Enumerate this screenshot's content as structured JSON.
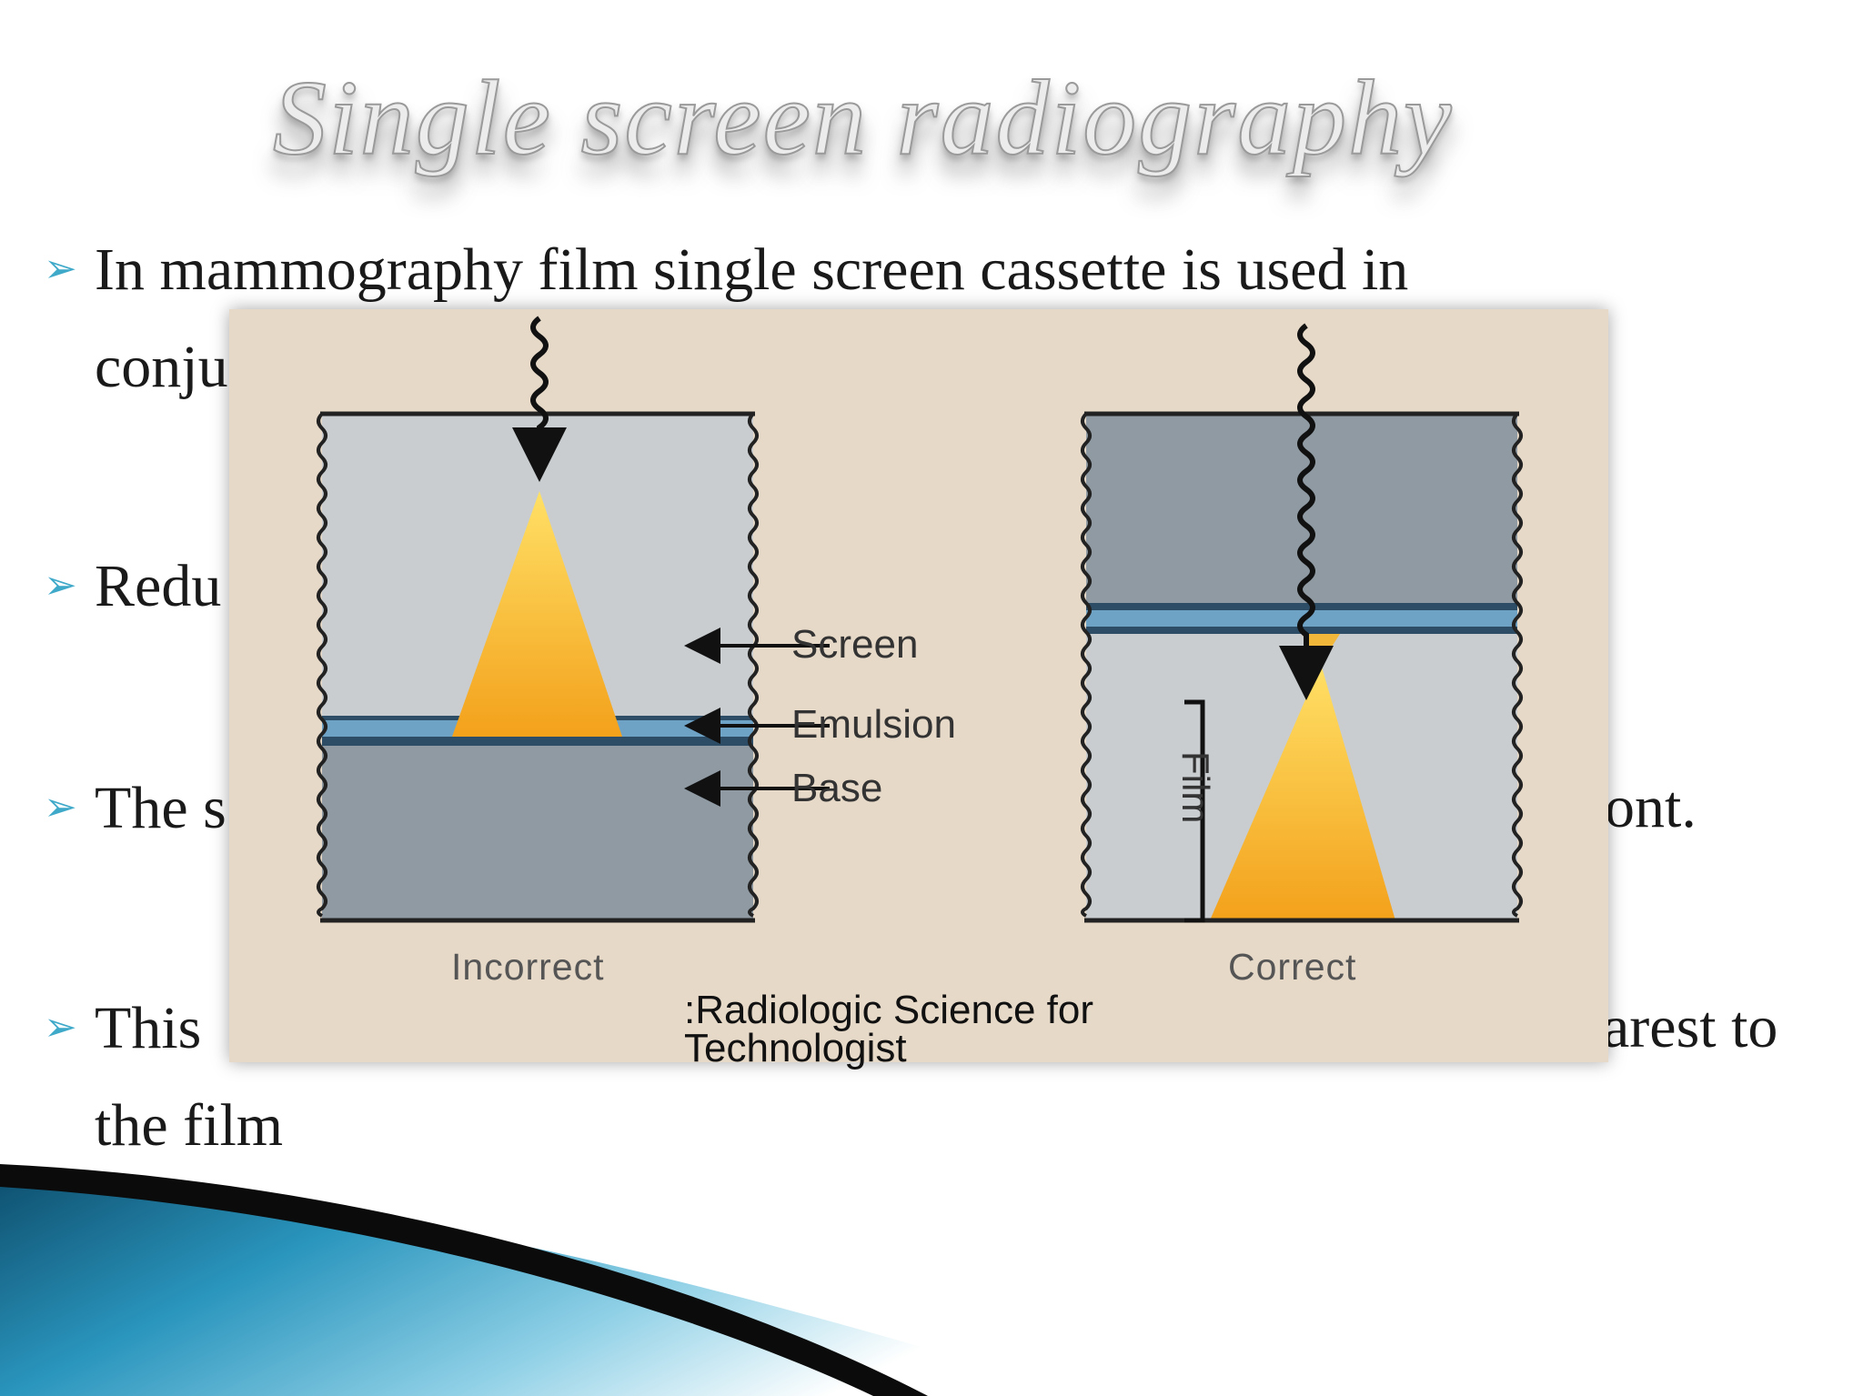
{
  "slide": {
    "title": "Single screen radiography",
    "bullets": [
      {
        "text": "In mammography film single screen cassette is used in"
      },
      {
        "text": "Redu"
      },
      {
        "text": "The s"
      },
      {
        "text": "This"
      }
    ],
    "continuations": {
      "line1": "conju",
      "line4": "the film"
    },
    "right_fragments": {
      "bullet3": "ont.",
      "bullet4": "arest to"
    },
    "bullet_icon": "triangle-arrow-icon",
    "accent_color": "#3fa9c9"
  },
  "figure": {
    "labels": {
      "screen": "Screen",
      "emulsion": "Emulsion",
      "base": "Base",
      "film": "Film"
    },
    "captions": {
      "left": "Incorrect",
      "right": "Correct"
    },
    "citation": ":Radiologic Science for Technologist",
    "colors": {
      "panel_bg": "#e6d9c8",
      "screen": "#c9cdd0",
      "base": "#8f9aa3",
      "emulsion": "#6fa3c6",
      "light_cone_top": "#ffd64a",
      "light_cone_bottom": "#f6a21c"
    }
  }
}
